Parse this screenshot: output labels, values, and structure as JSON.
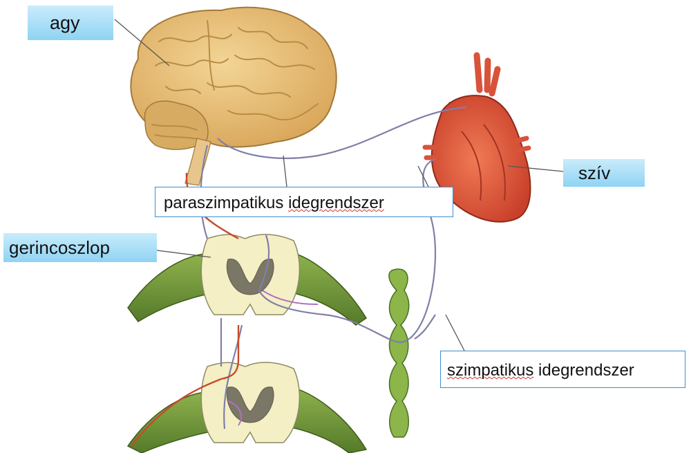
{
  "labels": {
    "brain": "agy",
    "heart": "szív",
    "spine": "gerincoszlop",
    "parasympathetic_word1": "paraszimpatikus",
    "parasympathetic_word2": "idegrendszer",
    "sympathetic_word1": "szimpatikus",
    "sympathetic_word2": "idegrendszer"
  },
  "colors": {
    "label_box_gradient_top": "#c9ecfb",
    "label_box_gradient_bottom": "#8fd3f3",
    "label_border": "#3a8fd0",
    "brain": "#e8c277",
    "heart": "#e0573a",
    "nerve_line": "#7f7fa8",
    "spinal_nerve": "#6d8f3a",
    "motor_fiber": "#c84a2a",
    "sympathetic_trunk": "#7aa33f"
  }
}
